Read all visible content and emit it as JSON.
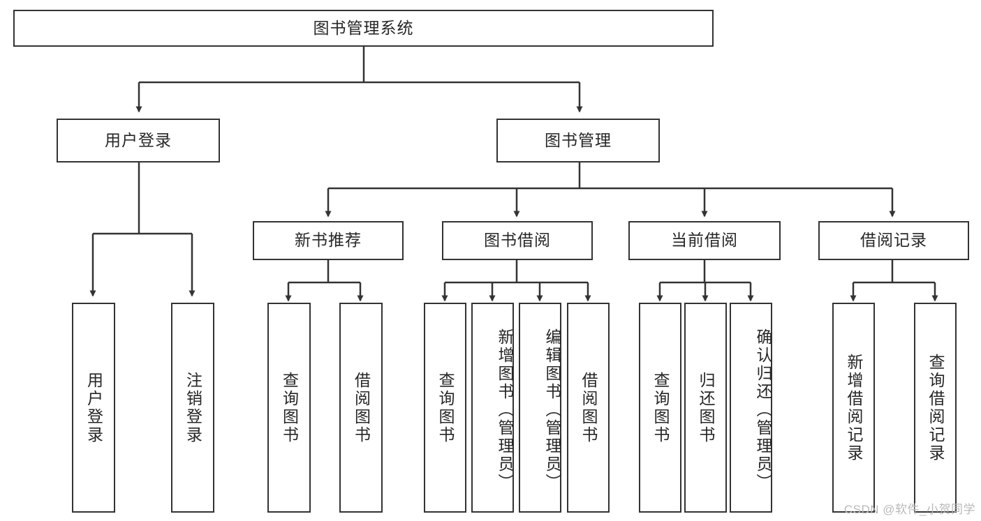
{
  "diagram": {
    "title": "图书管理系统",
    "type": "tree-hierarchy",
    "root": {
      "label": "图书管理系统"
    },
    "level2": [
      {
        "label": "用户登录"
      },
      {
        "label": "图书管理"
      }
    ],
    "level3": [
      {
        "label": "新书推荐"
      },
      {
        "label": "图书借阅"
      },
      {
        "label": "当前借阅"
      },
      {
        "label": "借阅记录"
      }
    ],
    "leaves": {
      "user_login": [
        {
          "label": "用户登录"
        },
        {
          "label": "注销登录"
        }
      ],
      "new_book_recommend": [
        {
          "label": "查询图书"
        },
        {
          "label": "借阅图书"
        }
      ],
      "book_borrow": [
        {
          "label": "查询图书"
        },
        {
          "label": "新增图书（管理员）"
        },
        {
          "label": "编辑图书（管理员）"
        },
        {
          "label": "借阅图书"
        }
      ],
      "current_borrow": [
        {
          "label": "查询图书"
        },
        {
          "label": "归还图书"
        },
        {
          "label": "确认归还（管理员）"
        }
      ],
      "borrow_record": [
        {
          "label": "新增借阅记录"
        },
        {
          "label": "查询借阅记录"
        }
      ]
    }
  },
  "watermark": {
    "text": "CSDN @软件_小贺同学"
  },
  "colors": {
    "stroke": "#333333",
    "text": "#262626",
    "background": "#ffffff",
    "watermark": "#b9b9b9"
  }
}
